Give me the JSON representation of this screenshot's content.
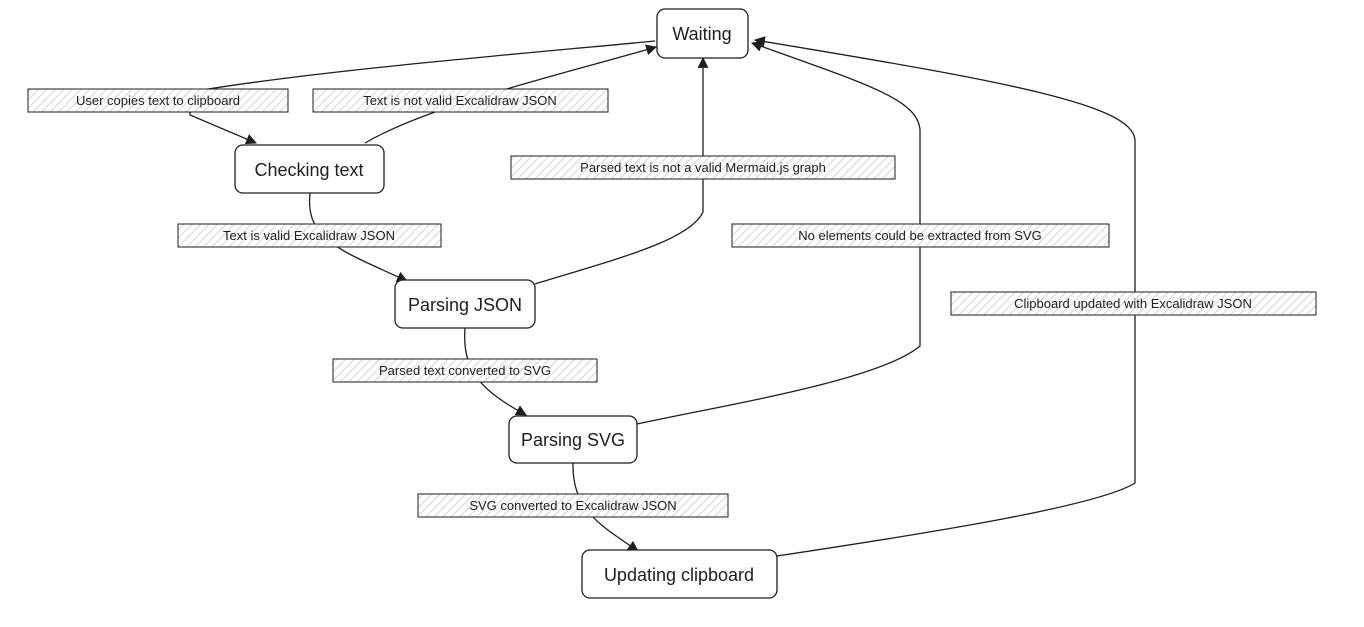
{
  "states": {
    "waiting": "Waiting",
    "checking_text": "Checking text",
    "parsing_json": "Parsing JSON",
    "parsing_svg": "Parsing SVG",
    "updating_clipboard": "Updating clipboard"
  },
  "transitions": {
    "user_copies": "User copies text to clipboard",
    "not_valid_json": "Text is not valid Excalidraw JSON",
    "valid_json": "Text is valid Excalidraw JSON",
    "not_valid_mermaid": "Parsed text is not a valid Mermaid.js graph",
    "converted_to_svg": "Parsed text converted to SVG",
    "no_elements": "No elements could be extracted from SVG",
    "svg_to_json": "SVG converted to Excalidraw JSON",
    "clipboard_updated": "Clipboard updated with Excalidraw JSON"
  },
  "colors": {
    "stroke": "#1e1e1e",
    "hatch": "#d4d4d4",
    "background": "#ffffff"
  }
}
